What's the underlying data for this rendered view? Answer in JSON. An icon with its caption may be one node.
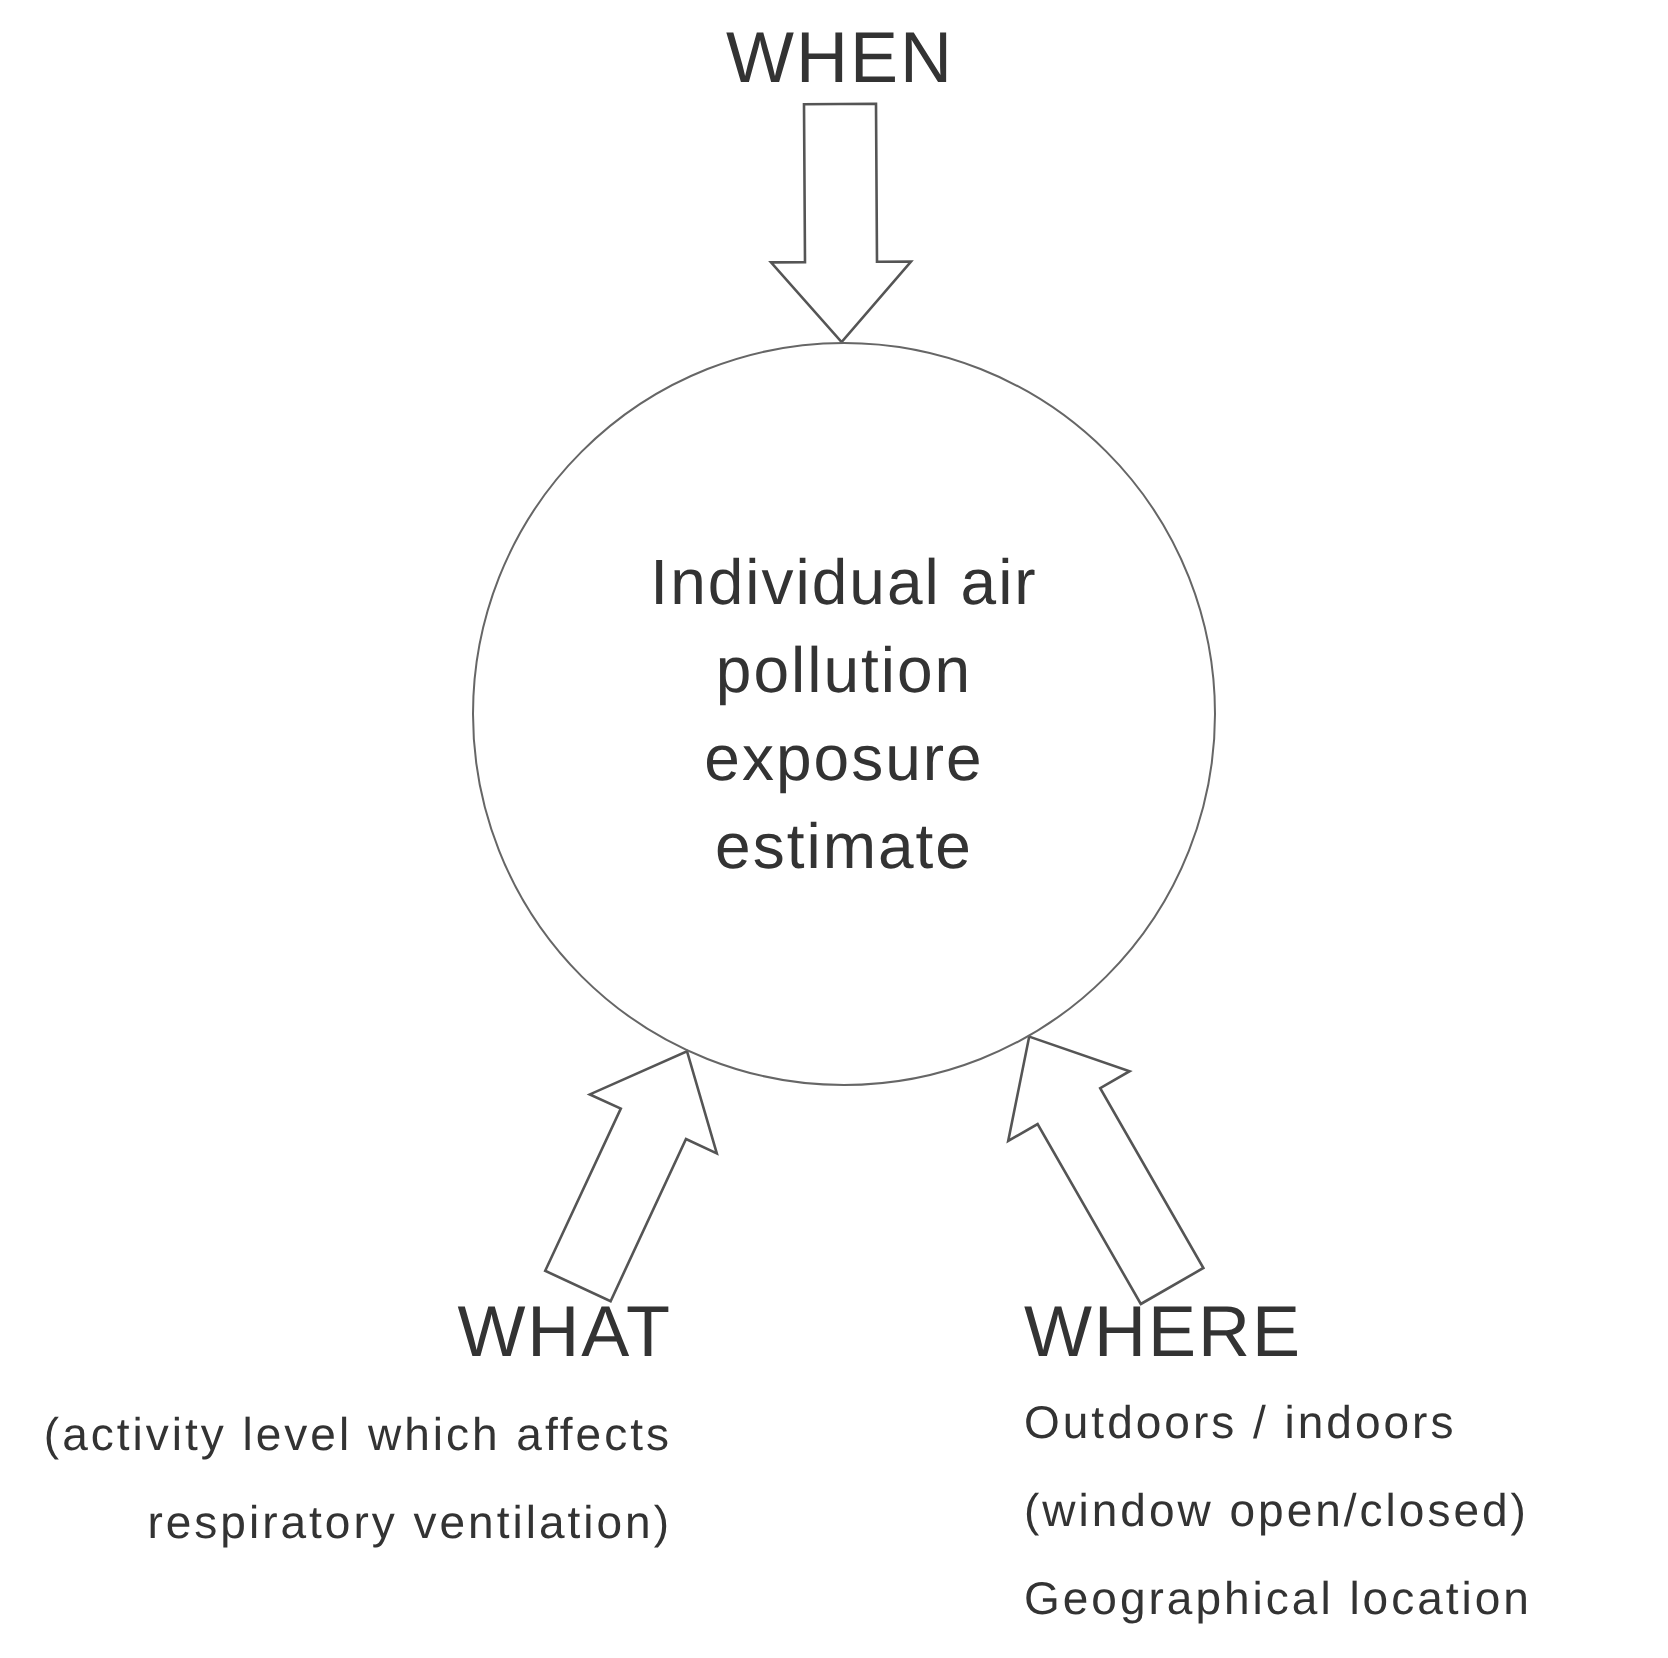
{
  "diagram": {
    "nodes": [
      {
        "text": [
          "WHEN"
        ]
      },
      {
        "text": [
          "Individual air pollution exposure estimate"
        ]
      },
      {
        "text": [
          "WHAT",
          "(activity level which affects respiratory ventilation)"
        ]
      },
      {
        "text": [
          "WHERE",
          "Outdoors / indoors",
          "(window open/closed)",
          "Geographical location"
        ]
      }
    ],
    "edges": [
      {
        "from": 0,
        "to": 1,
        "arrow": "to"
      },
      {
        "from": 2,
        "to": 1,
        "arrow": "to"
      },
      {
        "from": 3,
        "to": 1,
        "arrow": "to"
      }
    ]
  }
}
